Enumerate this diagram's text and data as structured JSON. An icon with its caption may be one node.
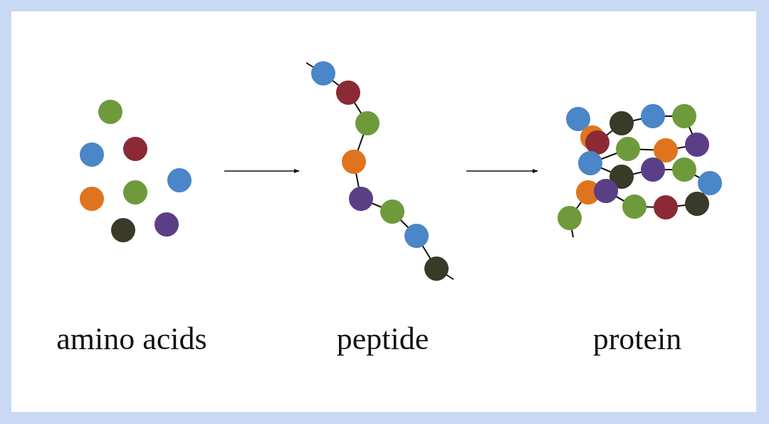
{
  "diagram": {
    "nodes": [
      {
        "text": [
          "amino acids"
        ]
      },
      {
        "text": [
          "peptide"
        ]
      },
      {
        "text": [
          "protein"
        ]
      }
    ],
    "edges": [
      {
        "from": 0,
        "to": 1,
        "arrow": "to"
      },
      {
        "from": 1,
        "to": 2,
        "arrow": "to"
      }
    ]
  }
}
